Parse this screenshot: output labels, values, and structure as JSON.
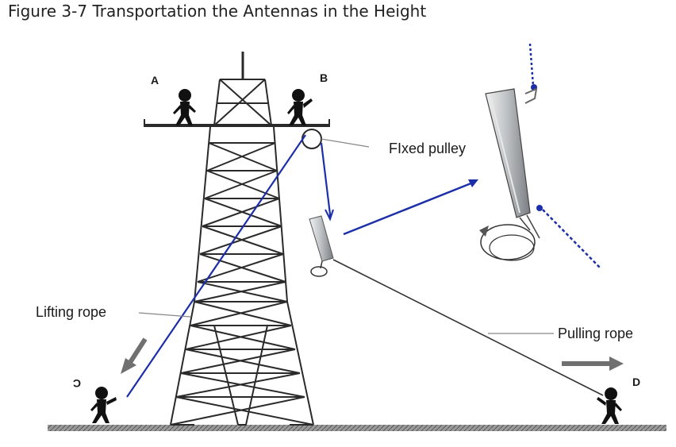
{
  "figure": {
    "caption": "Figure 3-7 Transportation the Antennas in the Height"
  },
  "labels": {
    "fixed_pulley": "FIxed pulley",
    "lifting_rope": "Lifting rope",
    "pulling_rope": "Pulling rope"
  },
  "persons": {
    "a": "A",
    "b": "B",
    "c": "C",
    "d": "D"
  },
  "colors": {
    "rope_blue": "#1c2fa8",
    "tower": "#2a2a2a",
    "ground": "#8a8a8a",
    "arrow_gray": "#707070",
    "antenna_light": "#d4d6d8",
    "antenna_dark": "#6e7276"
  }
}
